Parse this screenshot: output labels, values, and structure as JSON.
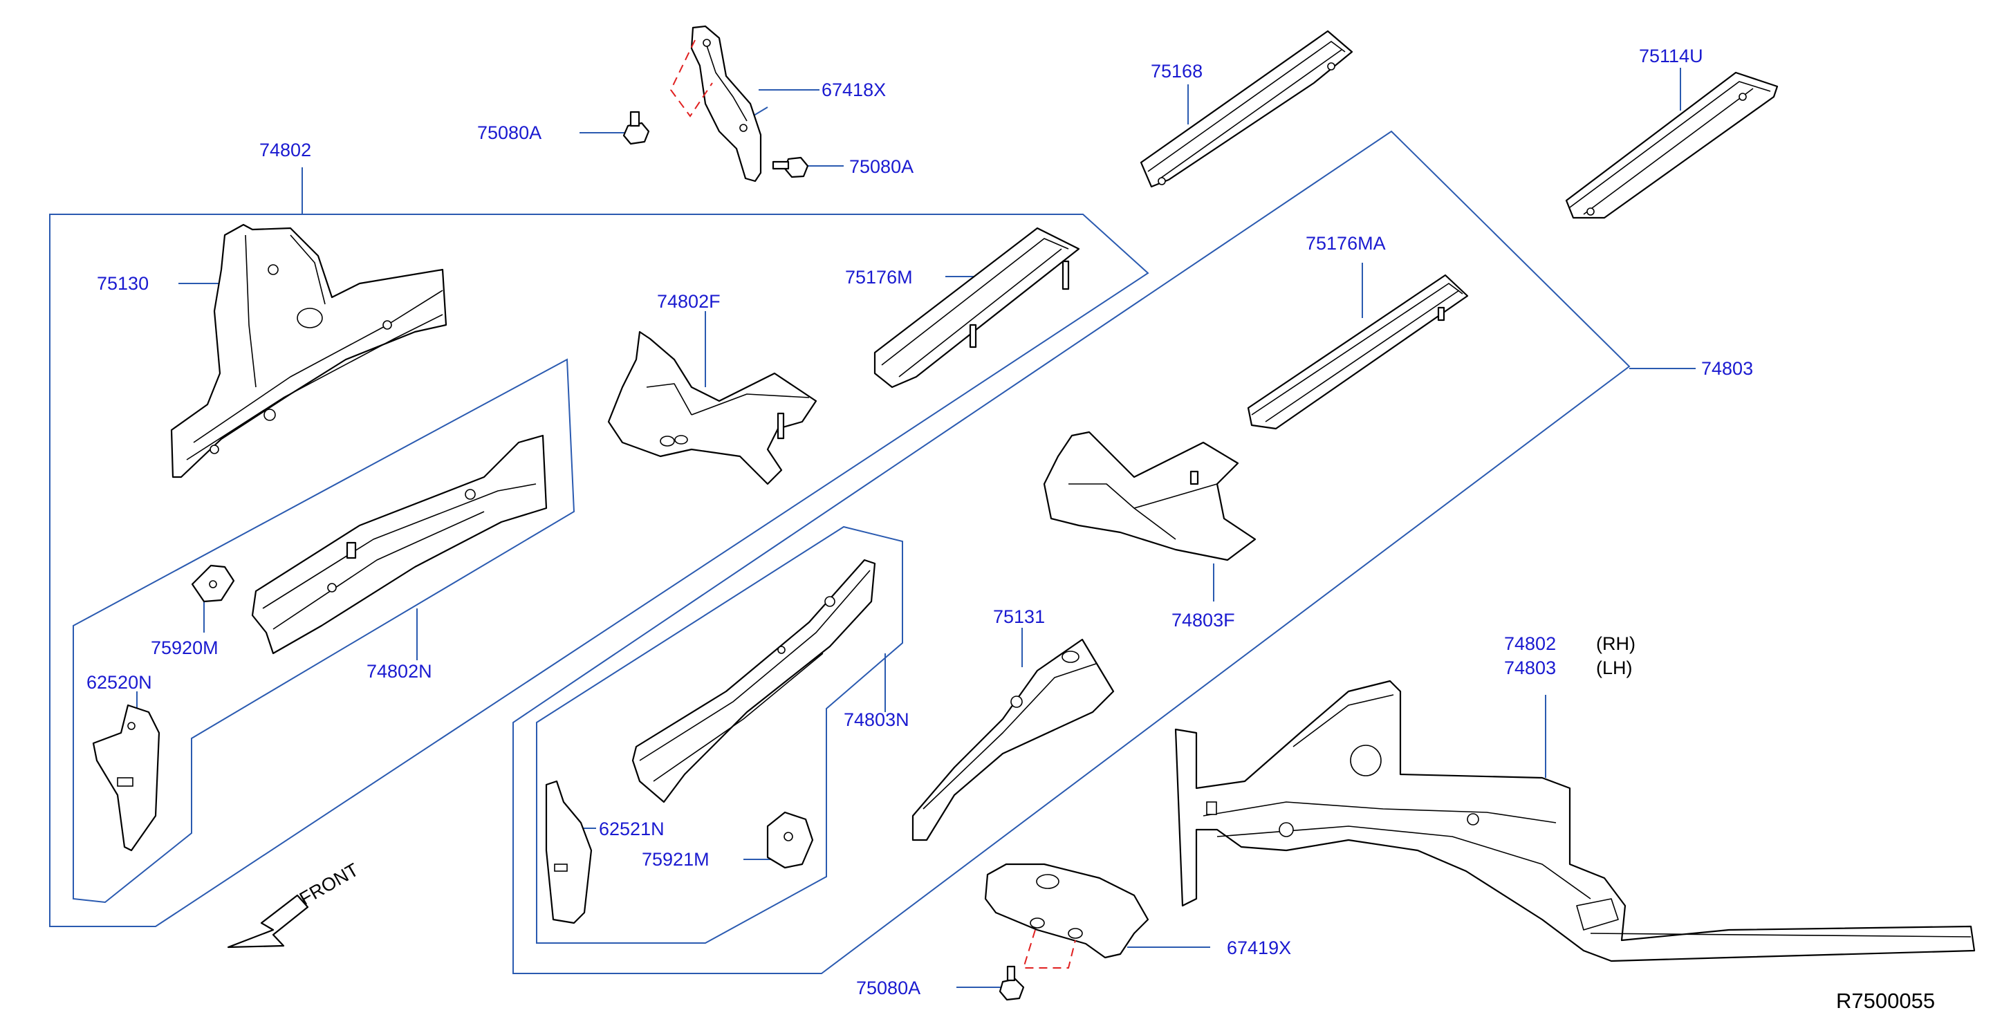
{
  "diagram": {
    "labels": {
      "p67418x": "67418X",
      "p75080a_top_left": "75080A",
      "p75080a_top_right": "75080A",
      "p74802": "74802",
      "p75130": "75130",
      "p74802f": "74802F",
      "p75176m": "75176M",
      "p75168": "75168",
      "p75114u": "75114U",
      "p75176ma": "75176MA",
      "p74803": "74803",
      "p74803f": "74803F",
      "p75920m": "75920M",
      "p74802n": "74802N",
      "p62520n": "62520N",
      "p74803n": "74803N",
      "p62521n": "62521N",
      "p75921m": "75921M",
      "p75131": "75131",
      "p74802_rh": "74802",
      "rh": "(RH)",
      "p74803_lh": "74803",
      "lh": "(LH)",
      "p67419x": "67419X",
      "p75080a_bottom": "75080A",
      "front": "FRONT"
    },
    "reference": "R7500055",
    "colors": {
      "callout_text": "#1a1ad0",
      "leader_line": "#2a5ab0",
      "fastener_path": "#e02020"
    },
    "icons": {
      "front_arrow": "front-arrow-icon"
    }
  }
}
